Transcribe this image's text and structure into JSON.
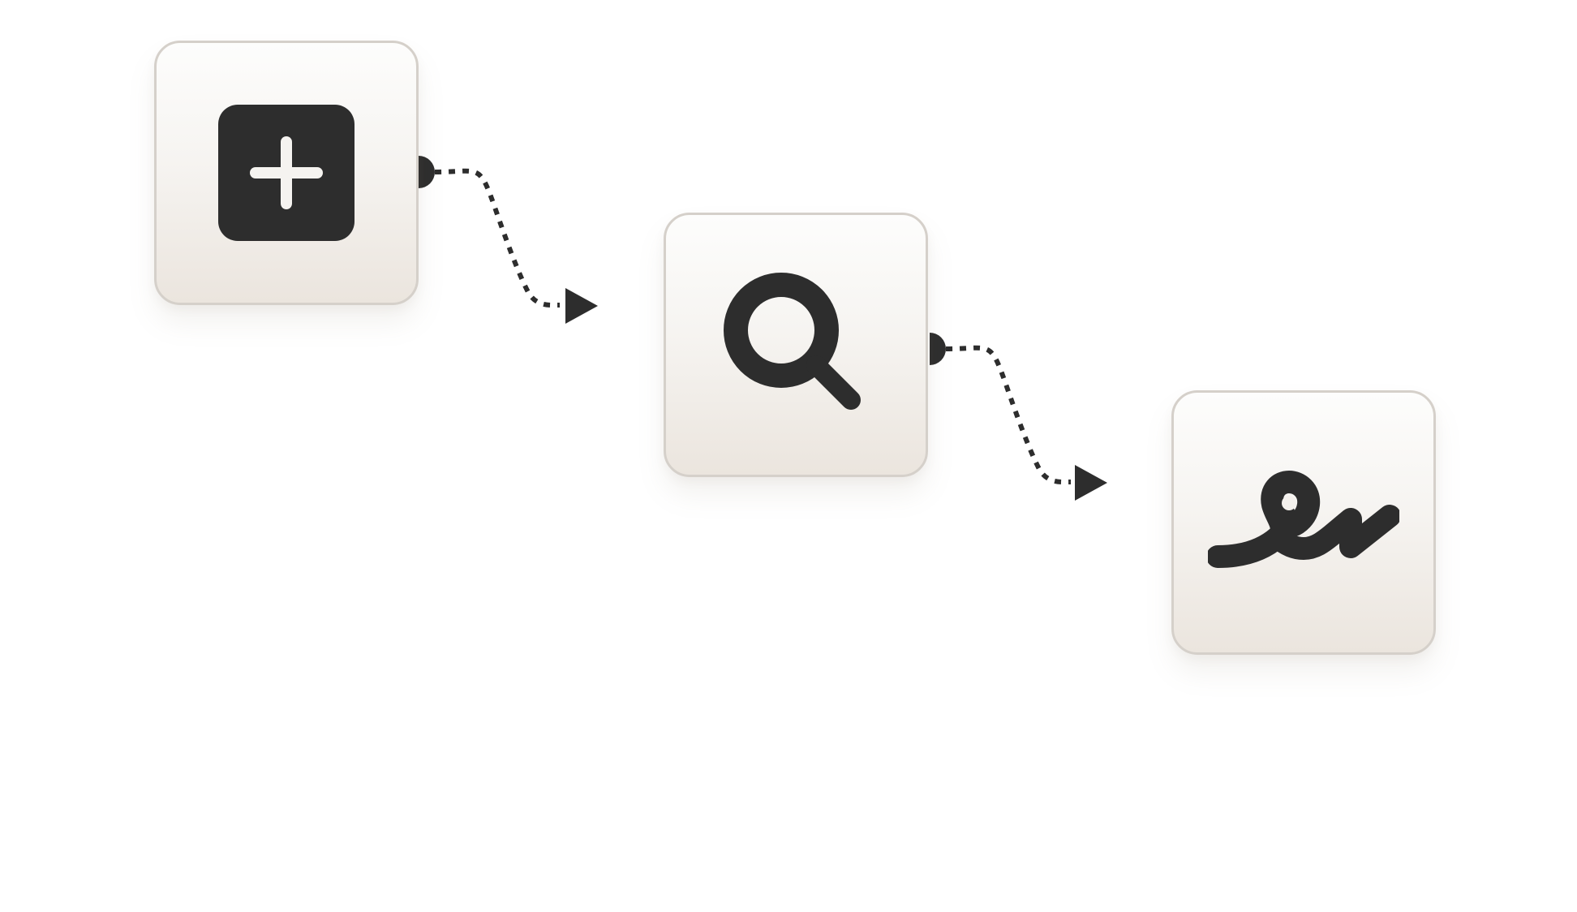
{
  "diagram": {
    "type": "flow",
    "nodes": [
      {
        "id": "add",
        "icon": "plus-square-icon"
      },
      {
        "id": "search",
        "icon": "magnifier-icon"
      },
      {
        "id": "sign",
        "icon": "signature-icon"
      }
    ],
    "edges": [
      {
        "from": "add",
        "to": "search",
        "style": "dotted",
        "head": "triangle"
      },
      {
        "from": "search",
        "to": "sign",
        "style": "dotted",
        "head": "triangle"
      }
    ]
  },
  "colors": {
    "icon": "#2d2d2d",
    "node_border": "#d5d0ca",
    "node_top": "#fdfdfc",
    "node_bottom": "#ebe5de",
    "background": "#ffffff"
  }
}
